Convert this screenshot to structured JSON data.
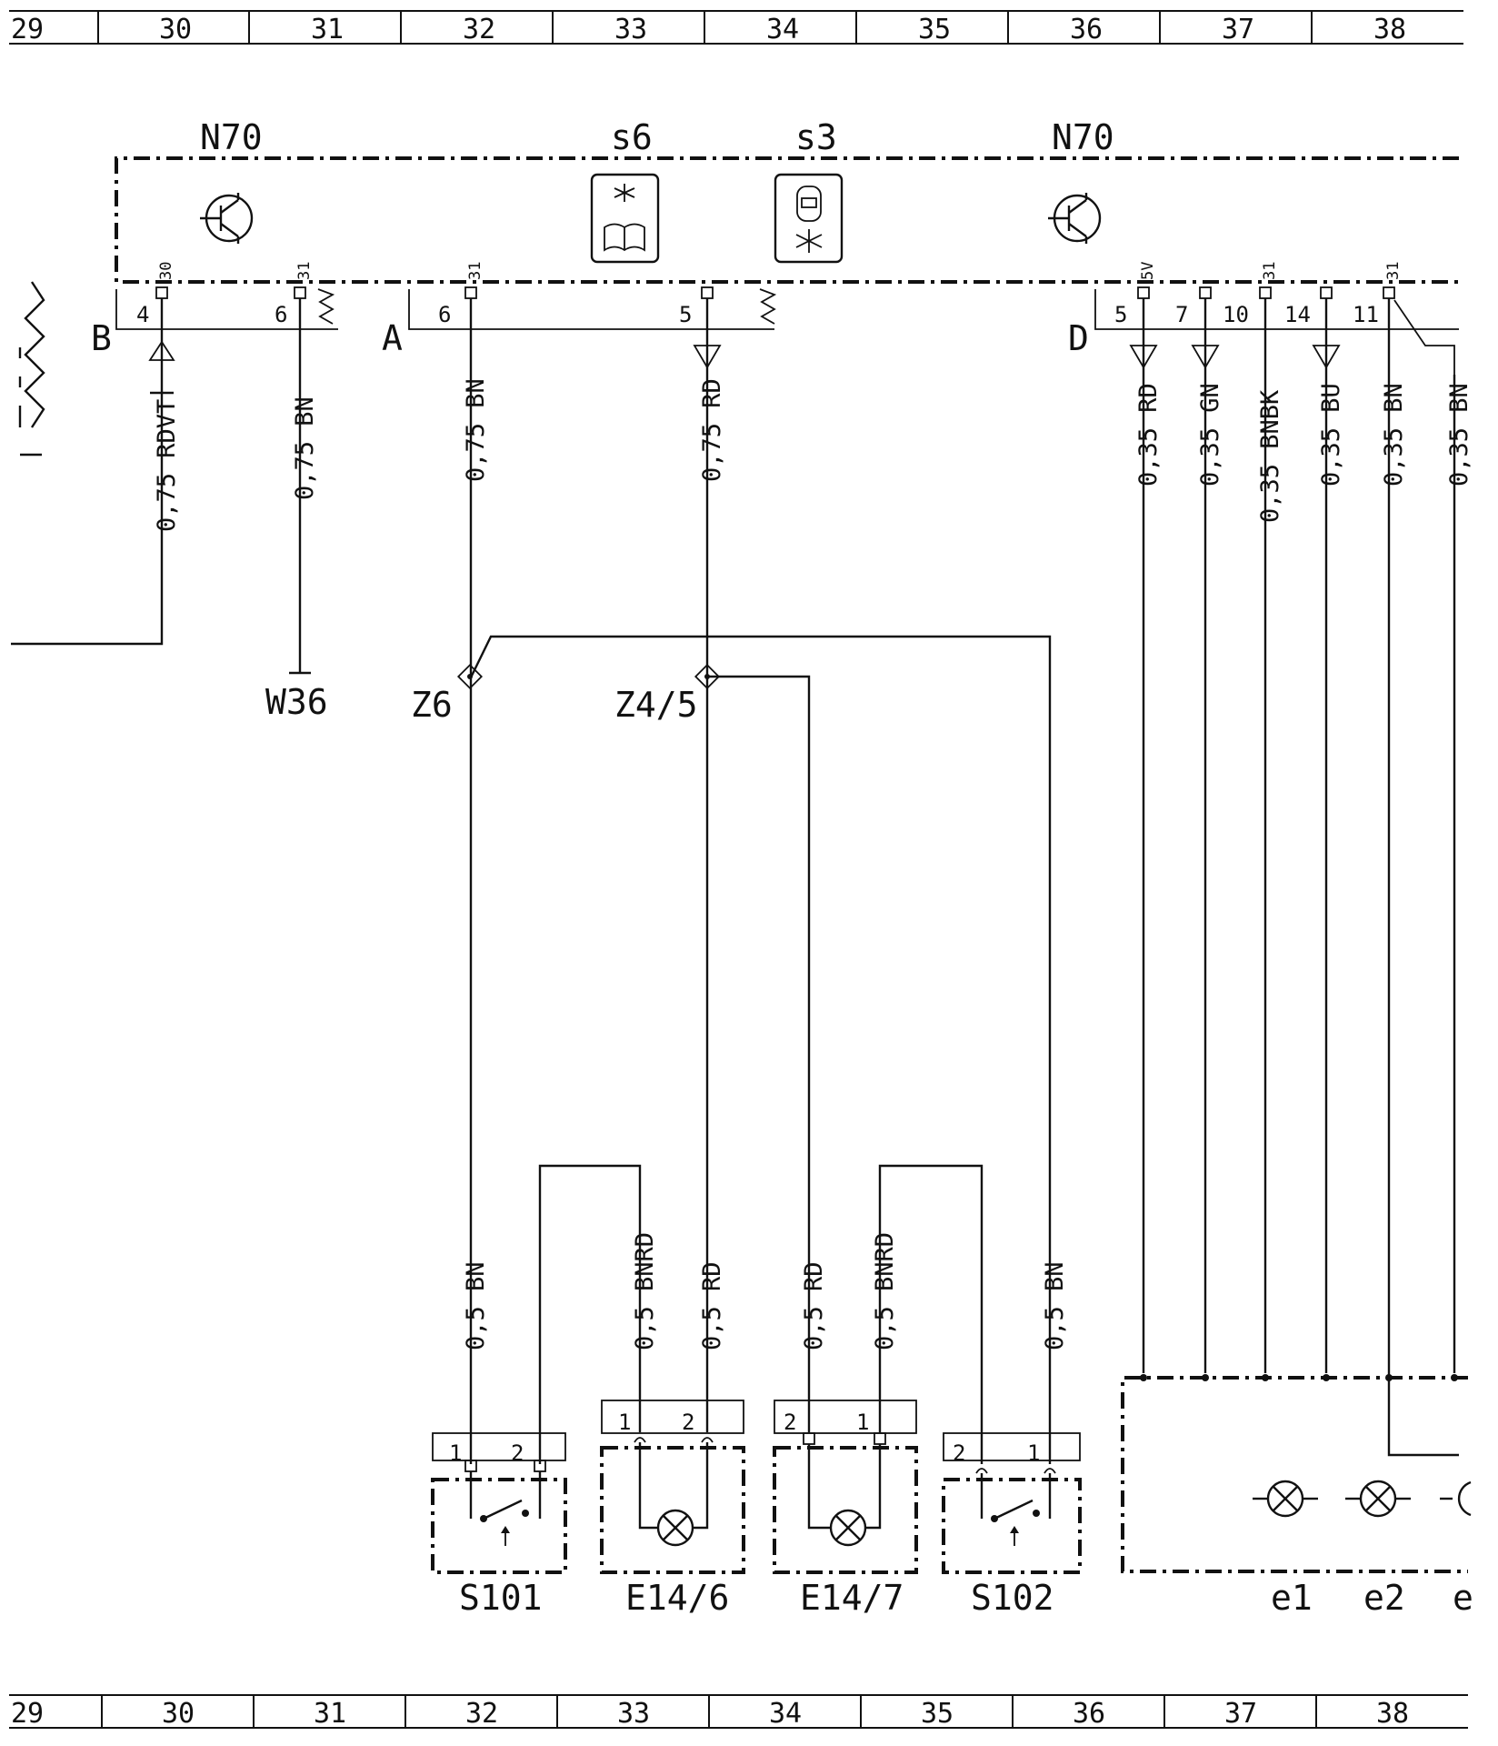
{
  "grid_top": [
    "29",
    "30",
    "31",
    "32",
    "33",
    "34",
    "35",
    "36",
    "37",
    "38"
  ],
  "grid_bottom": [
    "29",
    "30",
    "31",
    "32",
    "33",
    "34",
    "35",
    "36",
    "37",
    "38"
  ],
  "modules": {
    "n70_left": "N70",
    "n70_right": "N70",
    "s6": "s6",
    "s3": "s3"
  },
  "connectors": {
    "b": "B",
    "a": "A",
    "d": "D"
  },
  "pins": {
    "b4": "4",
    "b6": "6",
    "a6": "6",
    "a5": "5",
    "d5": "5",
    "d7": "7",
    "d10": "10",
    "d14": "14",
    "d11": "11"
  },
  "terminals": {
    "b4": "30",
    "b6": "31",
    "a6": "31",
    "d5": "5V",
    "d10": "31",
    "d11": "31"
  },
  "wires": {
    "w_rdvt": "0,75 RDVT",
    "w_bn_b6": "0,75 BN",
    "w_bn_a6": "0,75 BN",
    "w_rd_a5": "0,75 RD",
    "w_d5": "0,35 RD",
    "w_d7": "0,35 GN",
    "w_d10": "0,35 BNBK",
    "w_d14": "0,35 BU",
    "w_d11": "0,35 BN",
    "w_d12": "0,35 BN",
    "w_s101_1": "0,5 BN",
    "w_e146_1": "0,5 BNRD",
    "w_e146_2": "0,5 RD",
    "w_e147_2": "0,5 RD",
    "w_e147_1": "0,5 BNRD",
    "w_s102_1": "0,5 BN"
  },
  "junctions": {
    "z6": "Z6",
    "z45": "Z4/5",
    "w36": "W36"
  },
  "components": {
    "s101": {
      "label": "S101",
      "pin1": "1",
      "pin2": "2"
    },
    "e146": {
      "label": "E14/6",
      "pin1": "1",
      "pin2": "2"
    },
    "e147": {
      "label": "E14/7",
      "pin1": "1",
      "pin2": "2"
    },
    "s102": {
      "label": "S102",
      "pin1": "1",
      "pin2": "2"
    }
  },
  "lamps": {
    "e1": "e1",
    "e2": "e2",
    "e3": "e"
  }
}
